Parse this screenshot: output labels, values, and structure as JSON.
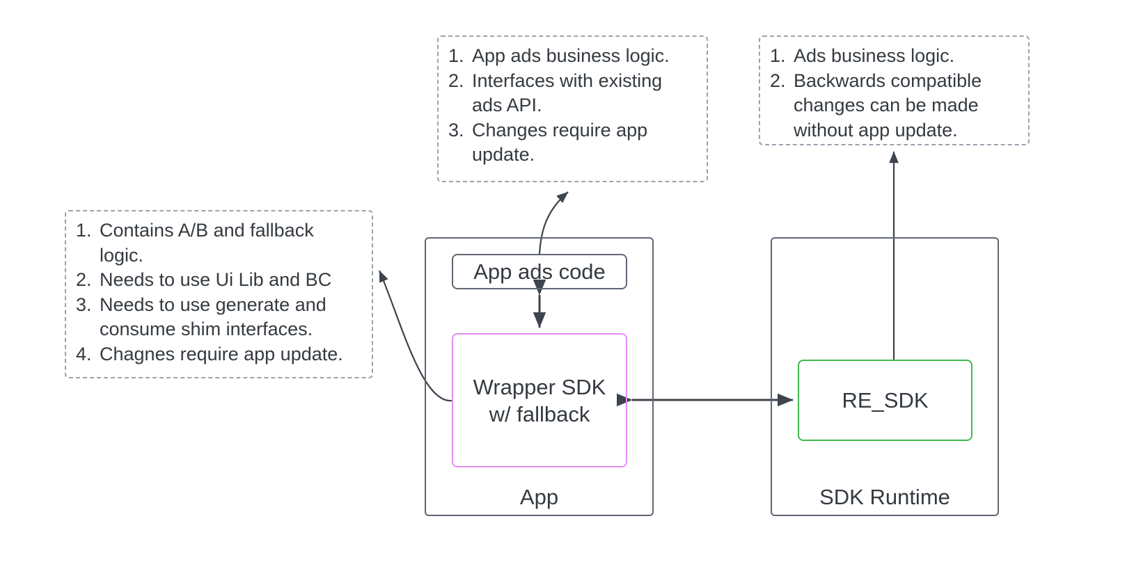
{
  "diagram": {
    "title": "App and SDK Runtime ads architecture",
    "colors": {
      "text": "#343a40",
      "container_border": "#5f6672",
      "note_border": "#9aa2ad",
      "wrapper_sdk_border": "#e48ef5",
      "re_sdk_border": "#3fb950",
      "arrow": "#3d444d",
      "background": "#ffffff"
    }
  },
  "notes": {
    "app_ads_code": {
      "items": [
        "App ads business logic.",
        "Interfaces with existing\nads API.",
        "Changes require app\nupdate."
      ]
    },
    "re_sdk": {
      "items": [
        "Ads business logic.",
        "Backwards compatible\nchanges can be made\nwithout app update."
      ]
    },
    "wrapper_sdk": {
      "items": [
        "Contains A/B and fallback\nlogic.",
        "Needs to use Ui Lib and BC",
        "Needs to use generate and\nconsume shim interfaces.",
        "Chagnes require app update."
      ]
    }
  },
  "containers": {
    "app": {
      "label": "App"
    },
    "sdk_runtime": {
      "label": "SDK Runtime"
    }
  },
  "nodes": {
    "app_ads_code": {
      "label": "App ads code"
    },
    "wrapper_sdk": {
      "label": "Wrapper SDK\nw/ fallback"
    },
    "re_sdk": {
      "label": "RE_SDK"
    }
  }
}
